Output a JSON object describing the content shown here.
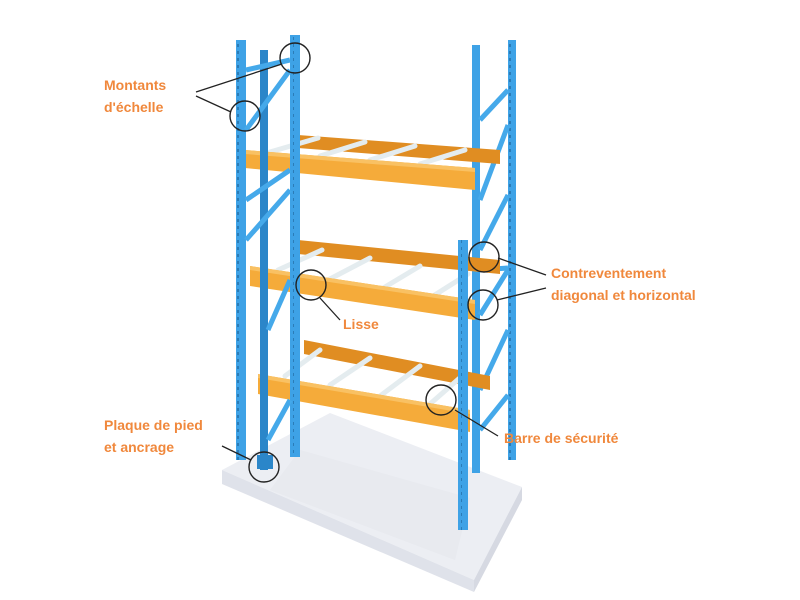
{
  "labels": {
    "uprights_line1": "Montants",
    "uprights_line2": "d'échelle",
    "bracing_line1": "Contreventement",
    "bracing_line2": "diagonal et horizontal",
    "beam": "Lisse",
    "footplate_line1": "Plaque de pied",
    "footplate_line2": "et ancrage",
    "safety_bar": "Barre de sécurité"
  },
  "colors": {
    "label": "#f0883c",
    "upright": "#3ea2e6",
    "upright_shade": "#2b86c9",
    "beam": "#f5ab3a",
    "beam_shade": "#e08d22",
    "crossbar": "#e4ecef",
    "slab": "#eceef3",
    "slab_side": "#dfe2ea",
    "callout": "#222222"
  }
}
